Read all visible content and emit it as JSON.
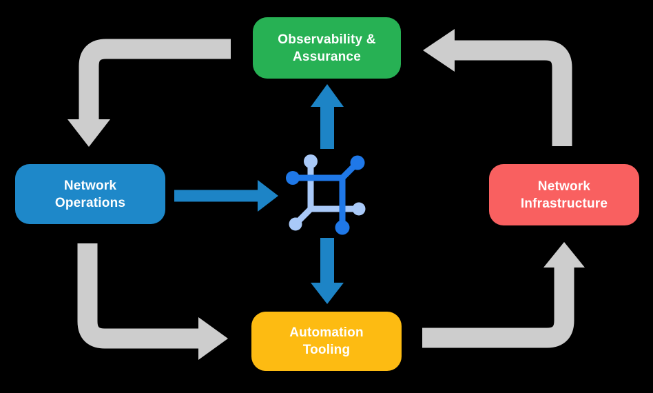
{
  "canvas": {
    "background": "#000000",
    "text_color": "#ffffff"
  },
  "colors": {
    "cycle_arrow": "#cdcdcd",
    "flow_arrow": "#1d84c6",
    "icon_dark_blue": "#1f78e8",
    "icon_light_blue": "#a9c9f8",
    "observability_green": "#27b154",
    "operations_blue": "#1e88c9",
    "infrastructure_red": "#f96060",
    "automation_yellow": "#fdbb12"
  },
  "nodes": {
    "observability": {
      "label": "Observability &\nAssurance",
      "color": "#27b154"
    },
    "operations": {
      "label": "Network\nOperations",
      "color": "#1e88c9"
    },
    "infrastructure": {
      "label": "Network\nInfrastructure",
      "color": "#f96060"
    },
    "automation": {
      "label": "Automation\nTooling",
      "color": "#fdbb12"
    }
  },
  "center_icon": {
    "name": "network-platform-icon"
  },
  "flows": [
    {
      "from": "observability",
      "to": "operations",
      "style": "cycle-gray"
    },
    {
      "from": "operations",
      "to": "automation",
      "style": "cycle-gray"
    },
    {
      "from": "automation",
      "to": "infrastructure",
      "style": "cycle-gray"
    },
    {
      "from": "infrastructure",
      "to": "observability",
      "style": "cycle-gray"
    },
    {
      "from": "operations",
      "to": "center-icon",
      "style": "flow-blue"
    },
    {
      "from": "center-icon",
      "to": "observability",
      "style": "flow-blue"
    },
    {
      "from": "center-icon",
      "to": "automation",
      "style": "flow-blue"
    }
  ]
}
